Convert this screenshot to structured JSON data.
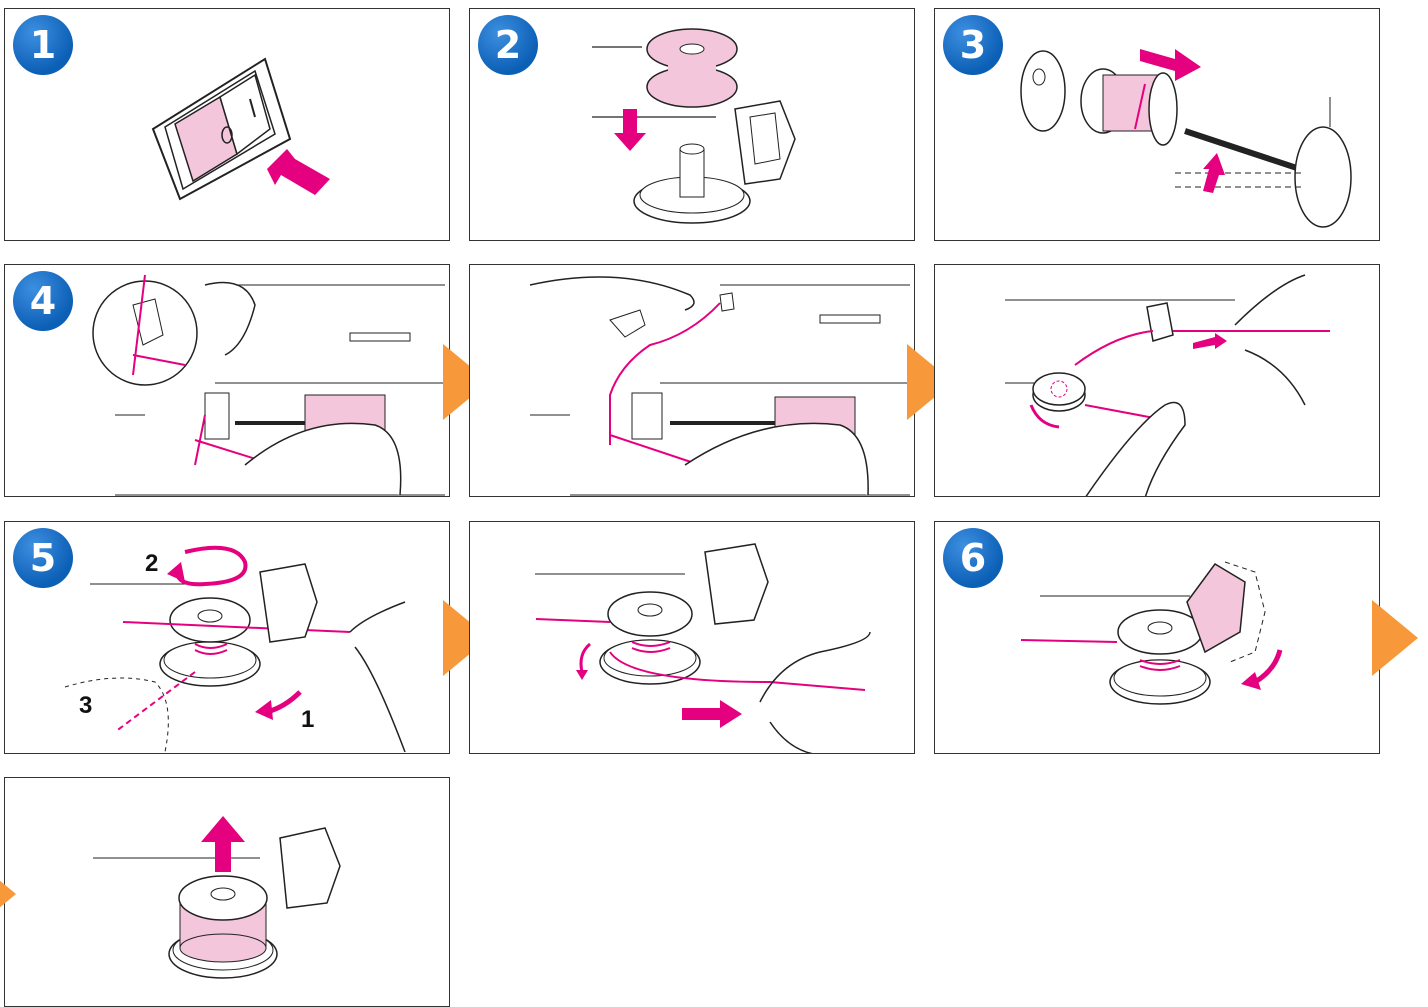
{
  "steps": {
    "s1": "1",
    "s2": "2",
    "s3": "3",
    "s4": "4",
    "s5": "5",
    "s6": "6"
  },
  "callouts": {
    "c1": "1",
    "c2": "2",
    "c3": "3"
  },
  "colors": {
    "badge": "#0b5fb5",
    "thread": "#e4007f",
    "pink_fill": "#f4c6dc",
    "next_arrow": "#f7993a",
    "line": "#222222"
  },
  "icons": [
    "next-step-arrow-icon",
    "step-number-badge"
  ]
}
